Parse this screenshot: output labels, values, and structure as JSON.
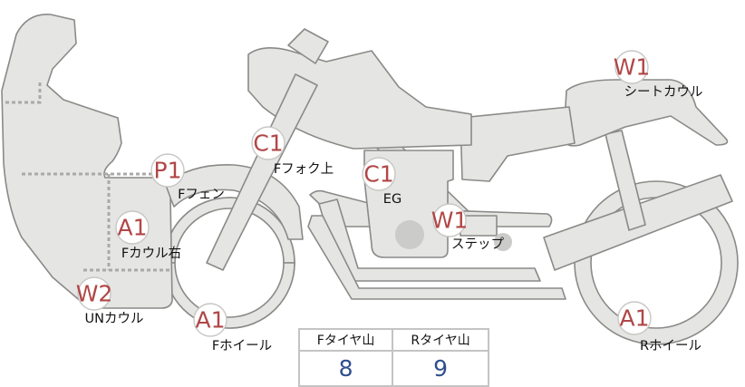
{
  "parts": {
    "f_fender": {
      "code": "P1",
      "label": "Fフェン"
    },
    "f_cowl_r": {
      "code": "A1",
      "label": "Fカウル右"
    },
    "un_cowl": {
      "code": "W2",
      "label": "UNカウル"
    },
    "f_wheel": {
      "code": "A1",
      "label": "Fホイール"
    },
    "f_fork_top": {
      "code": "C1",
      "label": "Fフォク上"
    },
    "engine": {
      "code": "C1",
      "label": "EG"
    },
    "step": {
      "code": "W1",
      "label": "ステップ"
    },
    "seat_cowl": {
      "code": "W1",
      "label": "シートカウル"
    },
    "r_wheel": {
      "code": "A1",
      "label": "Rホイール"
    }
  },
  "tread_table": {
    "headers": [
      "Fタイヤ山",
      "Rタイヤ山"
    ],
    "values": [
      "8",
      "9"
    ]
  },
  "colors": {
    "badge_text": "#b04747",
    "body_fill": "#e5e5e3",
    "outline": "#8a8a88",
    "table_value": "#2f4f8f"
  }
}
